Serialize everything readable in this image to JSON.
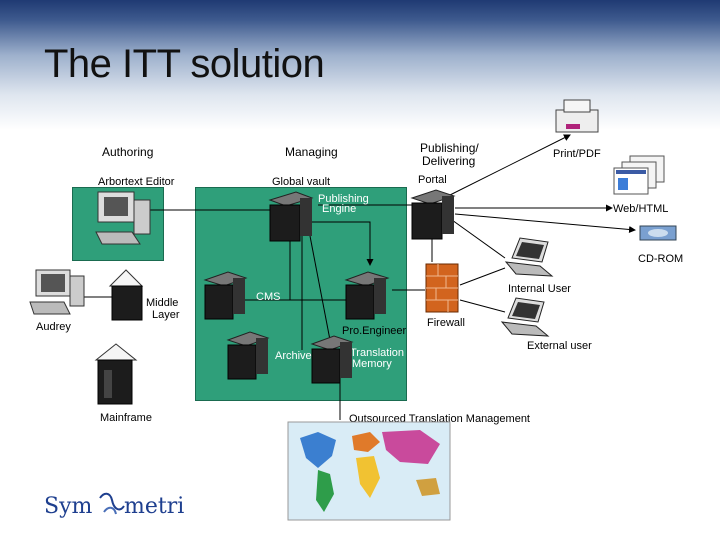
{
  "slide": {
    "title": "The ITT solution"
  },
  "columns": {
    "authoring": "Authoring",
    "managing": "Managing",
    "publishing_line1": "Publishing/",
    "publishing_line2": "Delivering"
  },
  "labels": {
    "arbortext": "Arbortext Editor",
    "global_vault": "Global vault",
    "portal": "Portal",
    "print_pdf": "Print/PDF",
    "publishing_engine_line1": "Publishing",
    "publishing_engine_line2": "Engine",
    "web_html": "Web/HTML",
    "cd_rom": "CD-ROM",
    "internal_user": "Internal User",
    "middle_line1": "Middle",
    "middle_line2": "Layer",
    "cms": "CMS",
    "audrey": "Audrey",
    "pro_engineer": "Pro.Engineer",
    "firewall": "Firewall",
    "external_user": "External user",
    "archive": "Archive",
    "translation_line1": "Translation",
    "translation_line2": "Memory",
    "mainframe": "Mainframe",
    "outsourced": "Outsourced Translation Management"
  },
  "logo": {
    "part1": "Sym",
    "part2": "metri"
  },
  "colors": {
    "zone_green": "#2f9f7a",
    "server_dark": "#1c1c1c",
    "firewall_brick": "#d2641e",
    "logo_blue": "#1e3f8f"
  }
}
